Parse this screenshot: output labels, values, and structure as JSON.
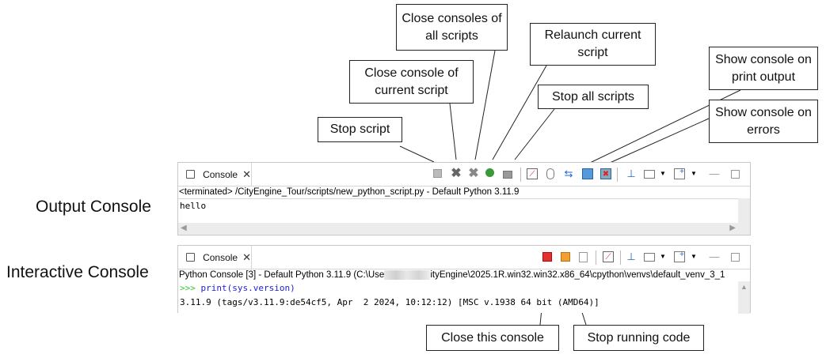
{
  "labels": {
    "output_console": "Output Console",
    "interactive_console": "Interactive Console"
  },
  "callouts": {
    "close_all": "Close consoles of all scripts",
    "relaunch": "Relaunch current script",
    "close_current": "Close console of current script",
    "stop_all": "Stop all scripts",
    "stop_script": "Stop script",
    "show_print": "Show console on print output",
    "show_errors": "Show console on errors",
    "close_this": "Close this console",
    "stop_running": "Stop running code"
  },
  "output_panel": {
    "tab_label": "Console",
    "status": "<terminated> /CityEngine_Tour/scripts/new_python_script.py - Default Python 3.11.9",
    "output": "hello",
    "toolbar": [
      "stop-script-icon",
      "close-console-icon",
      "close-all-consoles-icon",
      "relaunch-icon",
      "stop-all-icon",
      "clear-console-icon",
      "scroll-lock-icon",
      "word-wrap-icon",
      "show-on-output-icon",
      "show-on-error-icon",
      "pin-icon",
      "display-console-icon",
      "open-console-icon",
      "minimize-icon",
      "maximize-icon"
    ]
  },
  "interactive_panel": {
    "tab_label": "Console",
    "status_left": "Python Console [3] - Default Python 3.11.9  (C:\\Use",
    "status_right": "ityEngine\\2025.1R.win32.win32.x86_64\\cpython\\venvs\\default_venv_3_1",
    "prompt": ">>> ",
    "command": "print(sys.version)",
    "result": "3.11.9 (tags/v3.11.9:de54cf5, Apr  2 2024, 10:12:12) [MSC v.1938 64 bit (AMD64)]",
    "colors": {
      "close": "#e03030",
      "stop": "#f0a030",
      "prompt": "#33cc33",
      "command": "#2222cc"
    }
  }
}
